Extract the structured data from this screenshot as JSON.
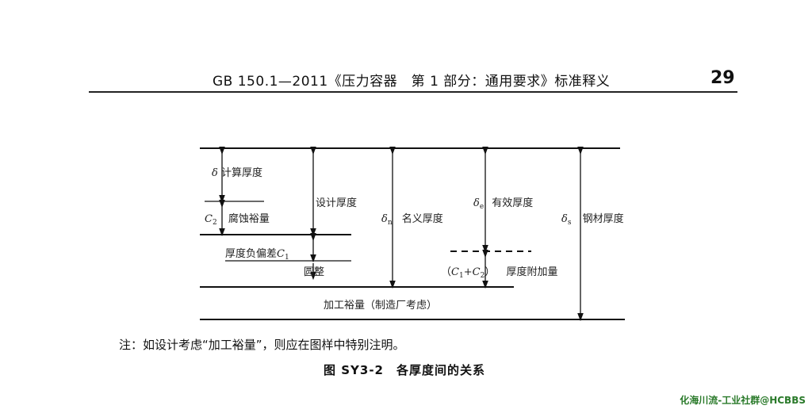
{
  "header": {
    "running_title": "GB 150.1—2011《压力容器　第 1 部分：通用要求》标准释义",
    "page_number": "29"
  },
  "figure": {
    "labels": {
      "calc_thickness": "计算厚度",
      "corrosion_allowance": "腐蚀裕量",
      "negative_deviation": "厚度负偏差",
      "rounding": "圆整",
      "design_thickness": "设计厚度",
      "nominal_thickness": "名义厚度",
      "effective_thickness": "有效厚度",
      "additional_thickness": "厚度附加量",
      "steel_thickness": "钢材厚度",
      "machining_allowance": "加工裕量（制造厂考虑）"
    },
    "symbols": {
      "delta": "δ",
      "c2": "C",
      "c2_sub": "2",
      "c1": "C",
      "c1_sub": "1",
      "delta_n": "δ",
      "delta_n_sub": "n",
      "delta_e": "δ",
      "delta_e_sub": "e",
      "delta_s": "δ",
      "delta_s_sub": "s",
      "c_sum_open": "（",
      "c_sum_c1": "C",
      "c_sum_c1_sub": "1",
      "c_sum_plus": "+",
      "c_sum_c2": "C",
      "c_sum_c2_sub": "2",
      "c_sum_close": "）"
    }
  },
  "note": "注：如设计考虑“加工裕量”，则应在图样中特别注明。",
  "caption": "图 SY3-2　各厚度间的关系",
  "watermark": "化海川流-工业社群@HCBBS"
}
